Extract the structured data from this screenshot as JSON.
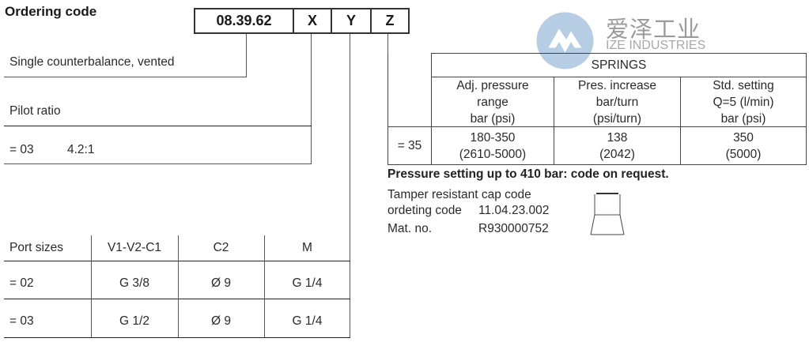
{
  "title": "Ordering code",
  "code": {
    "base": "08.39.62",
    "x": "X",
    "y": "Y",
    "z": "Z"
  },
  "base_description": "Single counterbalance, vented",
  "pilot_ratio": {
    "label": "Pilot ratio",
    "options": [
      {
        "code": "= 03",
        "value": "4.2:1"
      }
    ]
  },
  "port_sizes": {
    "headers": [
      "Port sizes",
      "V1-V2-C1",
      "C2",
      "M"
    ],
    "rows": [
      {
        "code": "= 02",
        "v1v2c1": "G 3/8",
        "c2": "Ø 9",
        "m": "G 1/4"
      },
      {
        "code": "= 03",
        "v1v2c1": "G 1/2",
        "c2": "Ø 9",
        "m": "G 1/4"
      }
    ]
  },
  "springs": {
    "title": "SPRINGS",
    "headers": [
      {
        "l1": "Adj. pressure",
        "l2": "range",
        "l3": "bar (psi)"
      },
      {
        "l1": "Pres. increase",
        "l2": "bar/turn",
        "l3": "(psi/turn)"
      },
      {
        "l1": "Std. setting",
        "l2": "Q=5 (l/min)",
        "l3": "bar (psi)"
      }
    ],
    "rows": [
      {
        "code": "= 35",
        "range": "180-350",
        "range_psi": "(2610-5000)",
        "increase": "138",
        "increase_psi": "(2042)",
        "std": "350",
        "std_psi": "(5000)"
      }
    ]
  },
  "notes": {
    "pressure_note": "Pressure setting up to 410 bar: code on request.",
    "cap_line1": "Tamper resistant cap code",
    "cap_line2_label": "ordeting code",
    "cap_line2_value": "11.04.23.002",
    "mat_label": "Mat. no.",
    "mat_value": "R930000752"
  },
  "watermark": {
    "cn": "爱泽工业",
    "en": "IZE INDUSTRIES",
    "color": "#7ea6cf"
  }
}
